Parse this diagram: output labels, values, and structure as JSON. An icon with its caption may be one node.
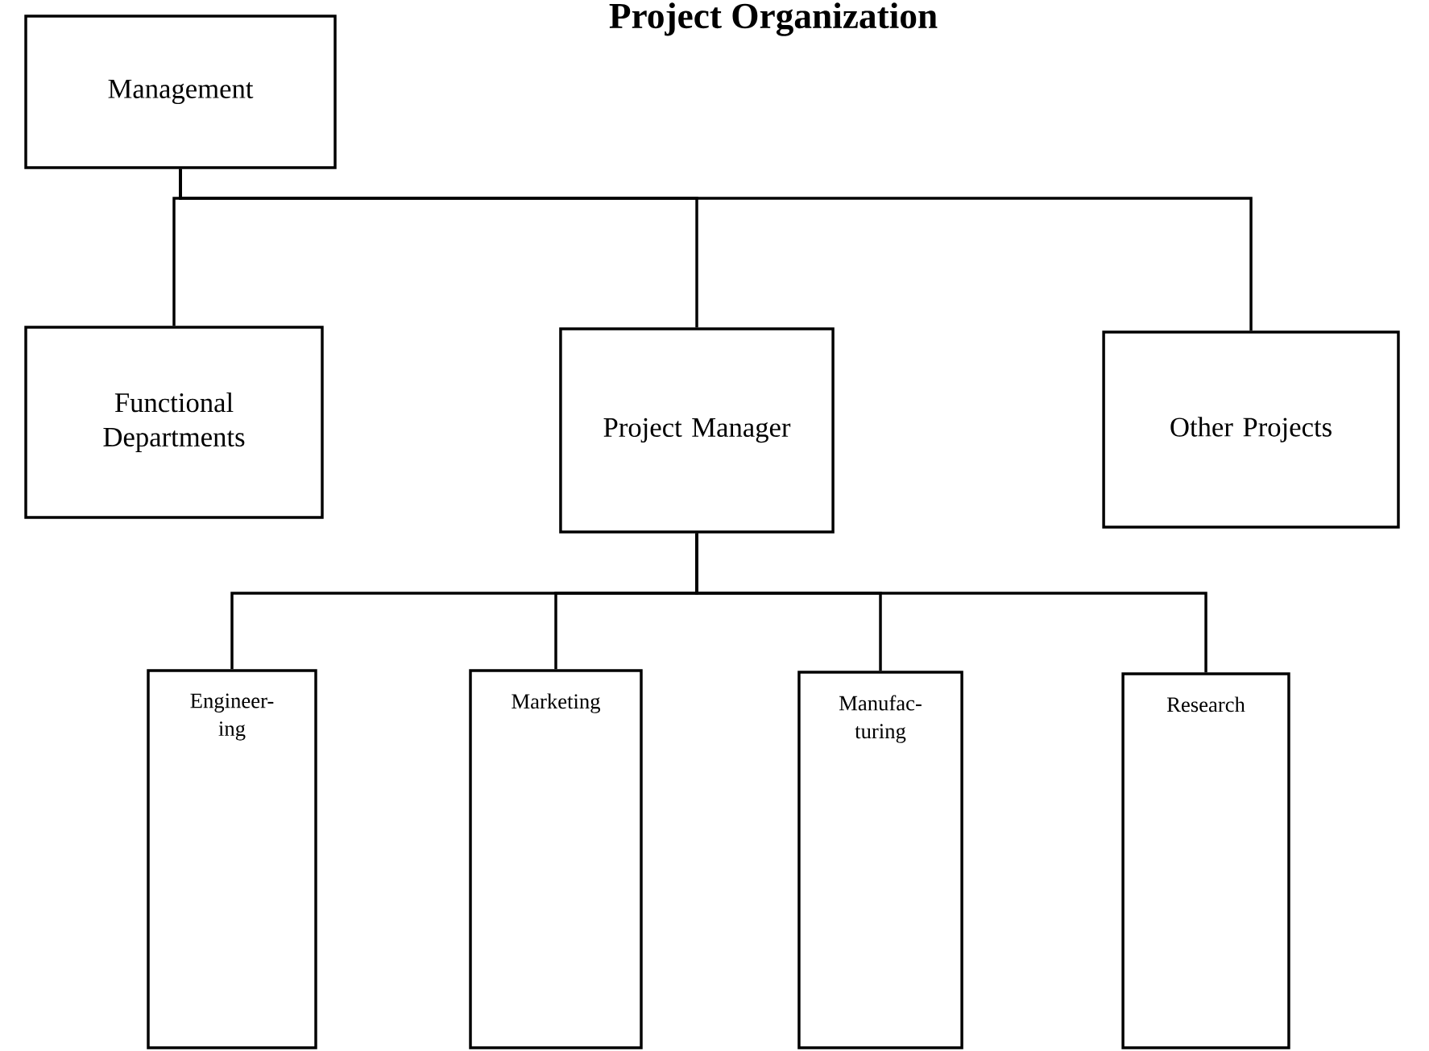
{
  "diagram": {
    "title": "Project Organization",
    "nodes": [
      {
        "text": [
          "Management"
        ]
      },
      {
        "text": [
          "Functional Departments"
        ]
      },
      {
        "text": [
          "Project Manager"
        ]
      },
      {
        "text": [
          "Other Projects"
        ]
      },
      {
        "text": [
          "Engineer- ing"
        ]
      },
      {
        "text": [
          "Marketing"
        ]
      },
      {
        "text": [
          "Manufac- turing"
        ]
      },
      {
        "text": [
          "Research"
        ]
      }
    ],
    "edges": [
      {
        "from": 0,
        "to": 1,
        "arrow": "none"
      },
      {
        "from": 0,
        "to": 2,
        "arrow": "none"
      },
      {
        "from": 0,
        "to": 3,
        "arrow": "none"
      },
      {
        "from": 2,
        "to": 4,
        "arrow": "none"
      },
      {
        "from": 2,
        "to": 5,
        "arrow": "none"
      },
      {
        "from": 2,
        "to": 6,
        "arrow": "none"
      },
      {
        "from": 2,
        "to": 7,
        "arrow": "none"
      }
    ]
  }
}
